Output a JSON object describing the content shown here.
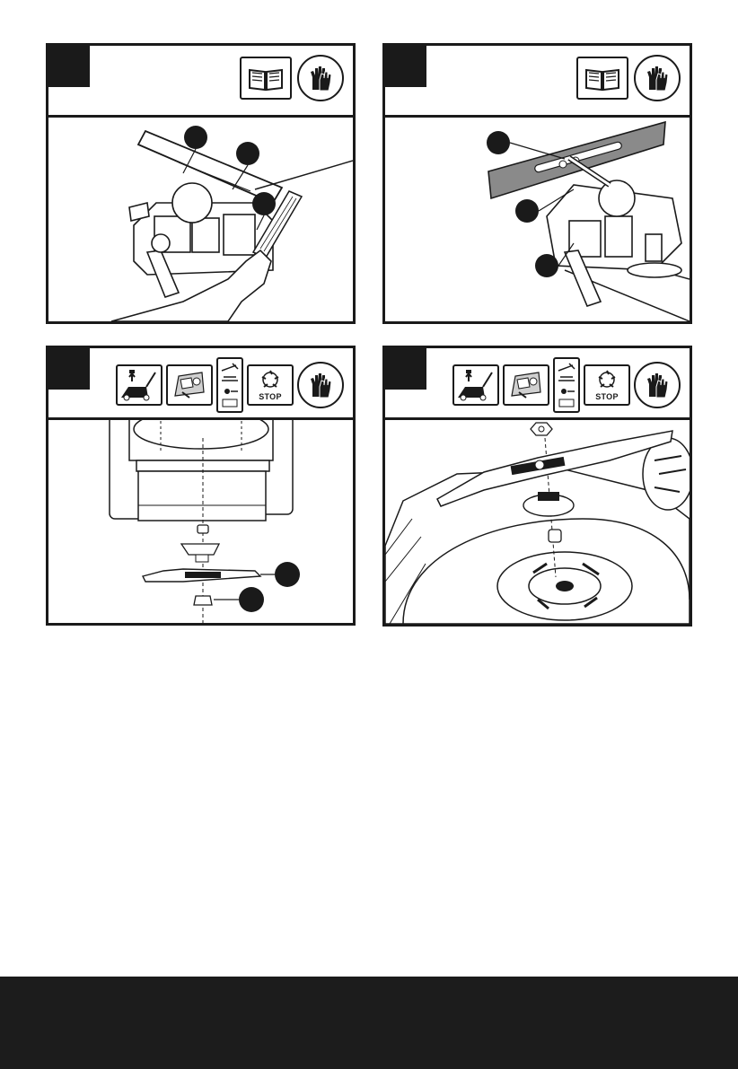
{
  "panels": [
    {
      "id": "panel-1",
      "icons": [
        "manual-book-icon",
        "gloves-icon"
      ],
      "callout_count": 3
    },
    {
      "id": "panel-2",
      "icons": [
        "manual-book-icon",
        "gloves-icon"
      ],
      "callout_count": 3
    },
    {
      "id": "panel-3",
      "icons": [
        "unplug-mower-icon",
        "tilt-mower-icon",
        "blade-steps-icon",
        "blade-stop-icon",
        "gloves-icon"
      ],
      "stop_text": "STOP",
      "callout_count": 2
    },
    {
      "id": "panel-4",
      "icons": [
        "unplug-mower-icon",
        "tilt-mower-icon",
        "blade-steps-icon",
        "blade-stop-icon",
        "gloves-icon"
      ],
      "stop_text": "STOP"
    }
  ],
  "colors": {
    "ink": "#1a1a1a",
    "blade_grey": "#8a8a8a",
    "footer": "#1c1c1c",
    "paper": "#ffffff"
  }
}
